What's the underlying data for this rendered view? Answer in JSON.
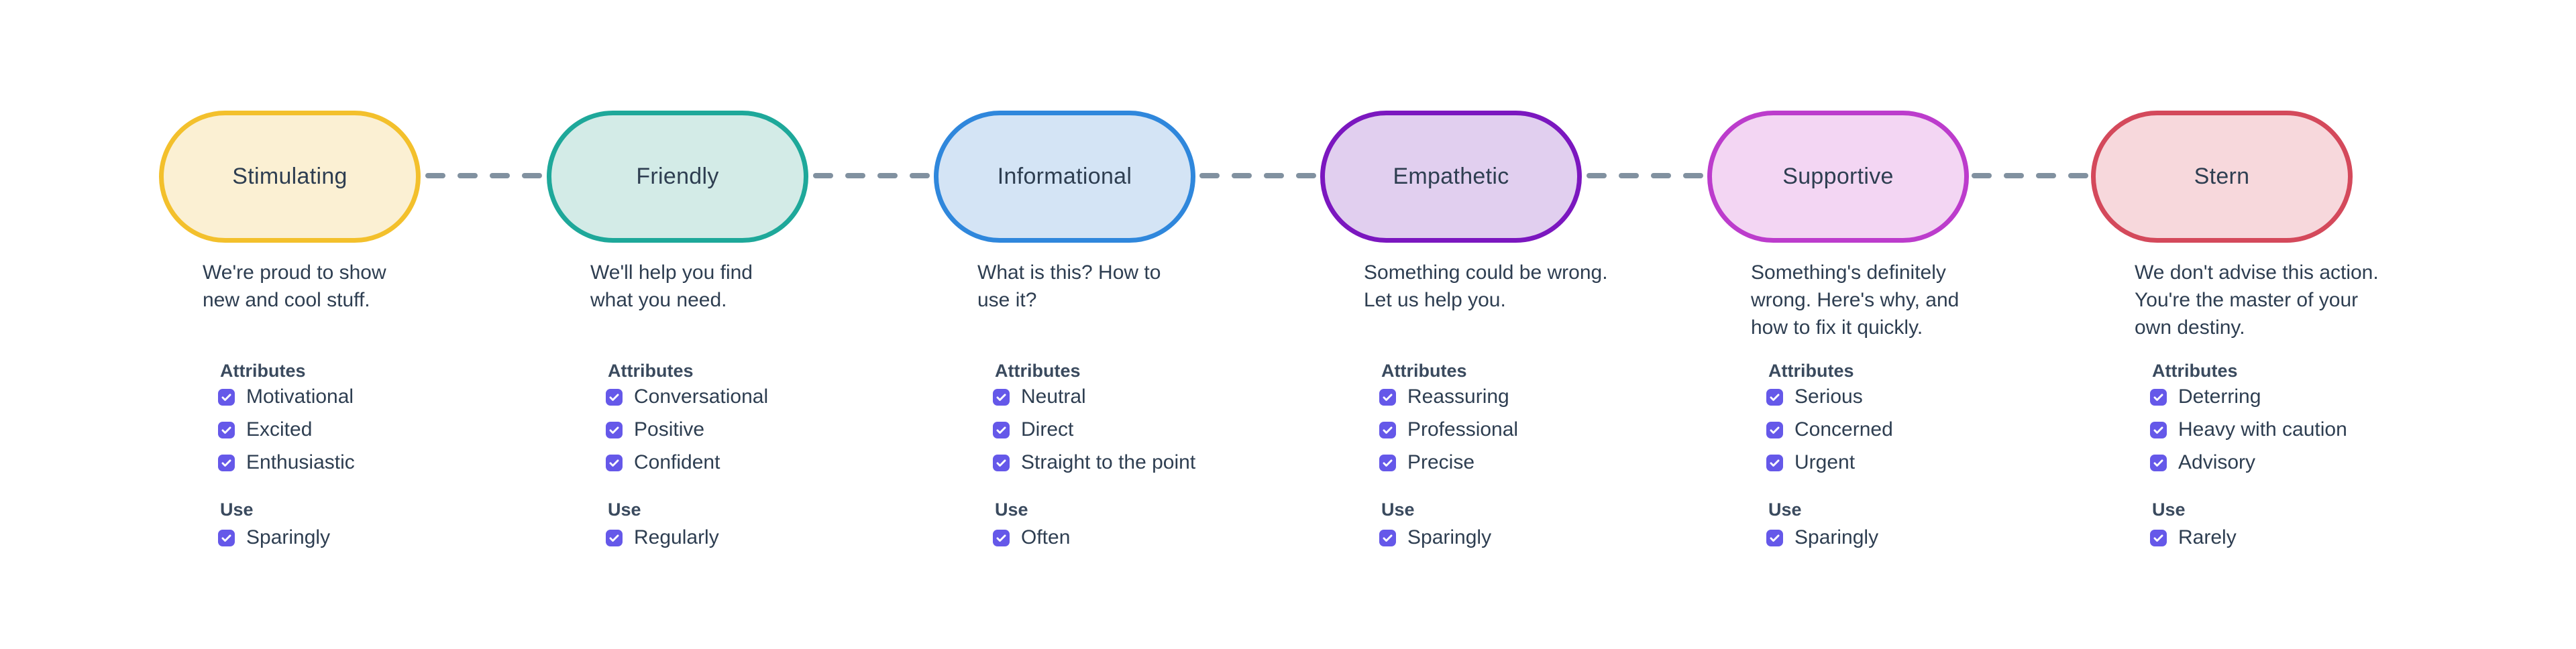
{
  "colors": {
    "text": "#2E3E51",
    "heading": "#3A4A5E",
    "checkbox": "#6558E9",
    "connector": "#8191A0",
    "background": "#FFFFFF"
  },
  "tones": [
    {
      "name": "Stimulating",
      "pill": {
        "border": "#F3C02C",
        "fill": "#FBF0D3"
      },
      "description": "We're proud to show\nnew and cool stuff.",
      "attributes_label": "Attributes",
      "attributes": [
        "Motivational",
        "Excited",
        "Enthusiastic"
      ],
      "use_label": "Use",
      "use": [
        "Sparingly"
      ]
    },
    {
      "name": "Friendly",
      "pill": {
        "border": "#1EA89A",
        "fill": "#D3EBE7"
      },
      "description": "We'll help you find\nwhat you need.",
      "attributes_label": "Attributes",
      "attributes": [
        "Conversational",
        "Positive",
        "Confident"
      ],
      "use_label": "Use",
      "use": [
        "Regularly"
      ]
    },
    {
      "name": "Informational",
      "pill": {
        "border": "#2F87DC",
        "fill": "#D4E4F5"
      },
      "description": "What is this? How to\nuse it?",
      "attributes_label": "Attributes",
      "attributes": [
        "Neutral",
        "Direct",
        "Straight to the point"
      ],
      "use_label": "Use",
      "use": [
        "Often"
      ]
    },
    {
      "name": "Empathetic",
      "pill": {
        "border": "#7B17BF",
        "fill": "#E1CFEF"
      },
      "description": "Something could be wrong.\nLet us help you.",
      "attributes_label": "Attributes",
      "attributes": [
        "Reassuring",
        "Professional",
        "Precise"
      ],
      "use_label": "Use",
      "use": [
        "Sparingly"
      ]
    },
    {
      "name": "Supportive",
      "pill": {
        "border": "#BC3CCC",
        "fill": "#F3D6F3"
      },
      "description": "Something's definitely\nwrong. Here's why, and\nhow to fix it quickly.",
      "attributes_label": "Attributes",
      "attributes": [
        "Serious",
        "Concerned",
        "Urgent"
      ],
      "use_label": "Use",
      "use": [
        "Sparingly"
      ]
    },
    {
      "name": "Stern",
      "pill": {
        "border": "#D4495B",
        "fill": "#F7D8DC"
      },
      "description": "We don't advise this action.\nYou're the master of your\nown destiny.",
      "attributes_label": "Attributes",
      "attributes": [
        "Deterring",
        "Heavy with caution",
        "Advisory"
      ],
      "use_label": "Use",
      "use": [
        "Rarely"
      ]
    }
  ]
}
